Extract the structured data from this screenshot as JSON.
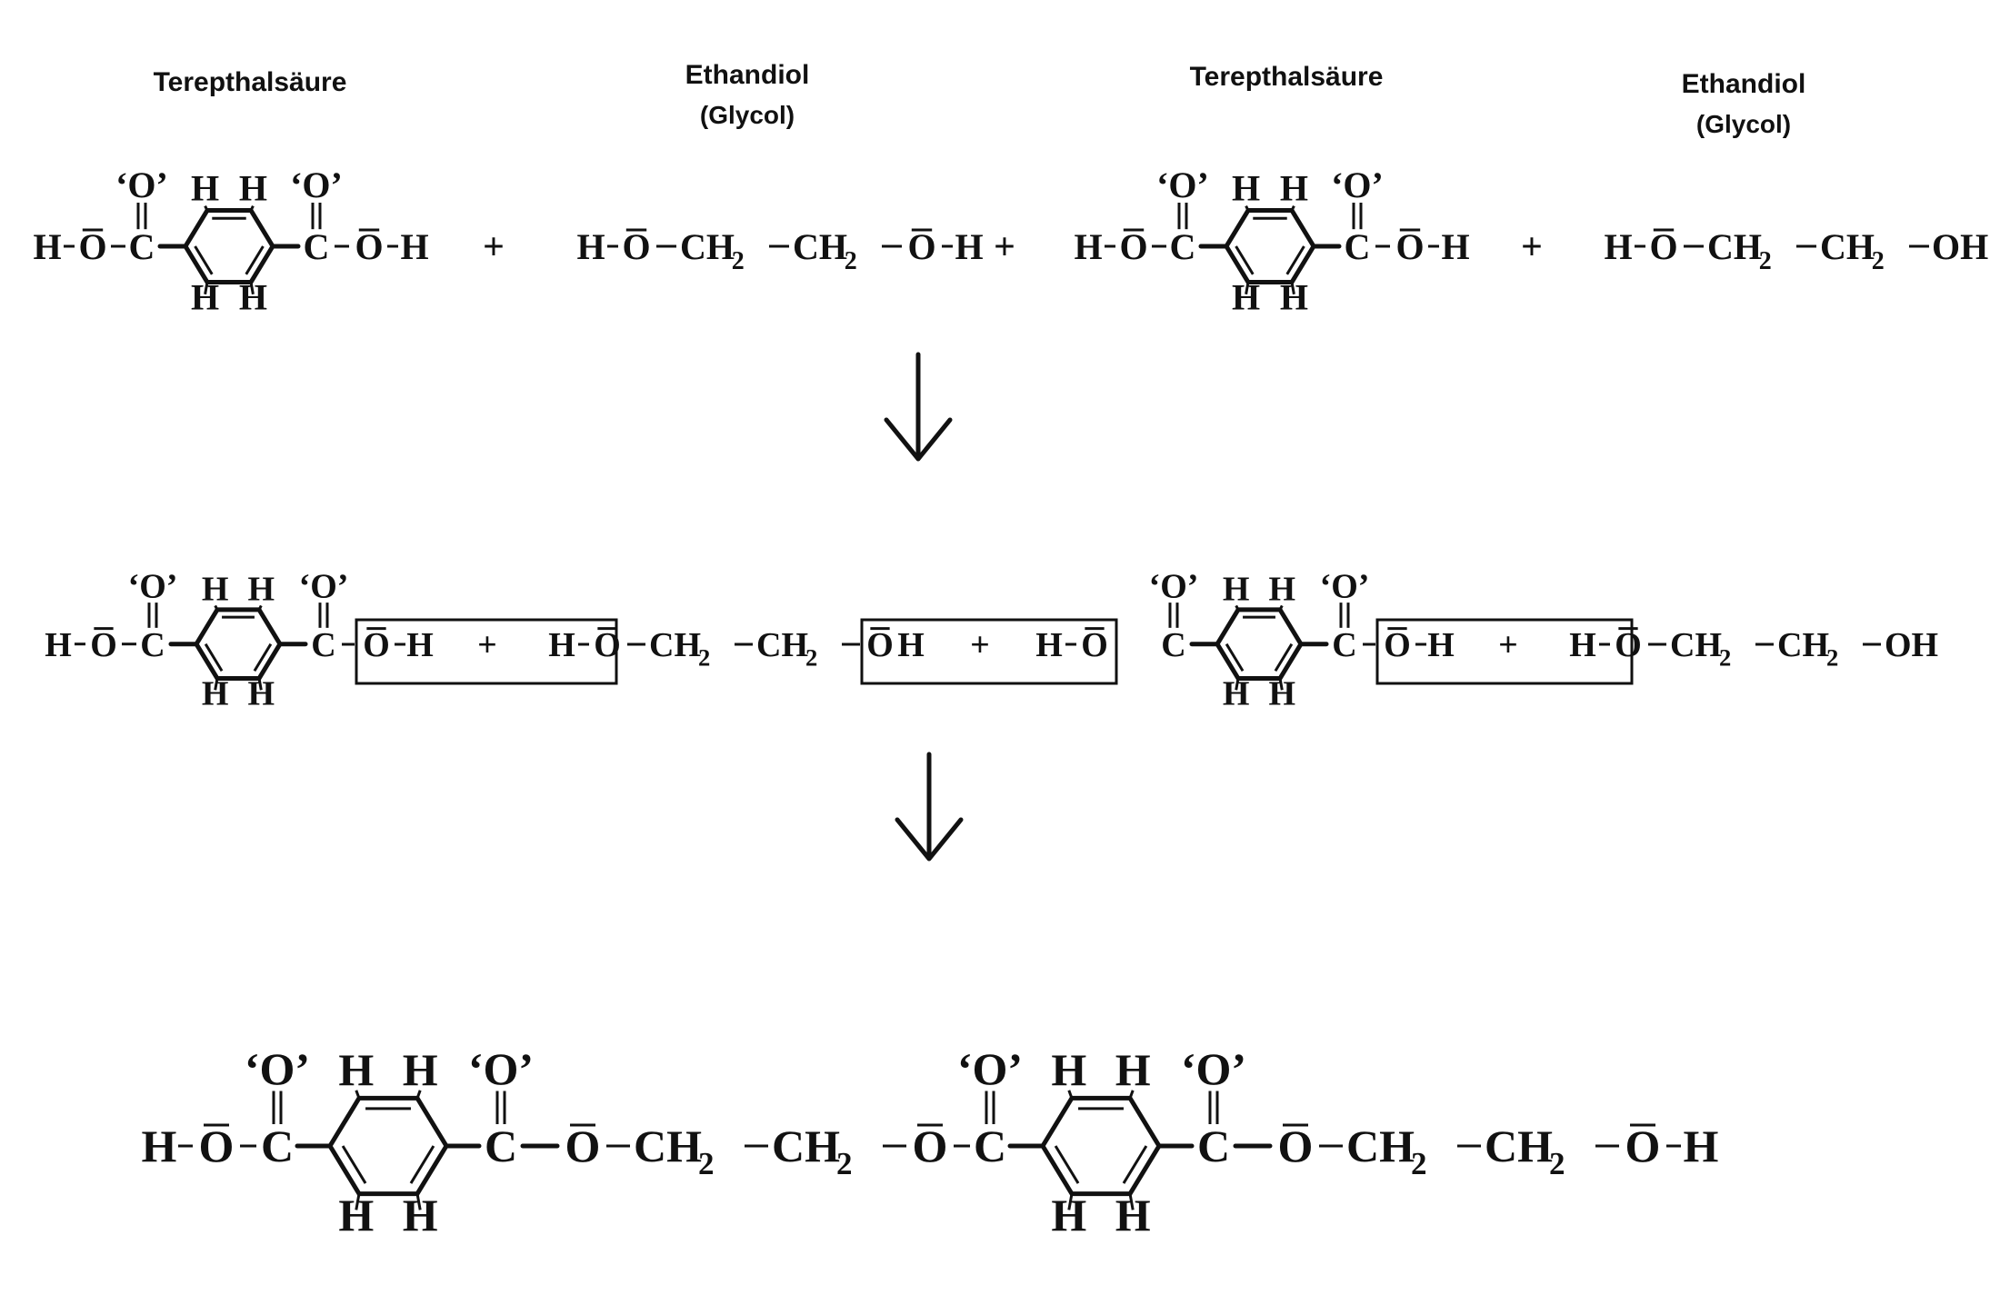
{
  "labels": {
    "acid": "Terepthalsäure",
    "acid2": "Terepthalsäure",
    "diol": "Ethandiol",
    "diol_sub": "(Glycol)"
  },
  "atoms": {
    "O_lone": "‘O’",
    "C": "C",
    "H": "H",
    "HO_left": "H-Ō-",
    "OH_right": "-Ō-H",
    "OH_plain": "OH",
    "O_bar": "Ō",
    "CH2": "CH",
    "sub2": "2",
    "dash": "–"
  },
  "operators": {
    "plus": "+"
  },
  "colors": {
    "ink": "#111111",
    "paper": "#ffffff"
  }
}
